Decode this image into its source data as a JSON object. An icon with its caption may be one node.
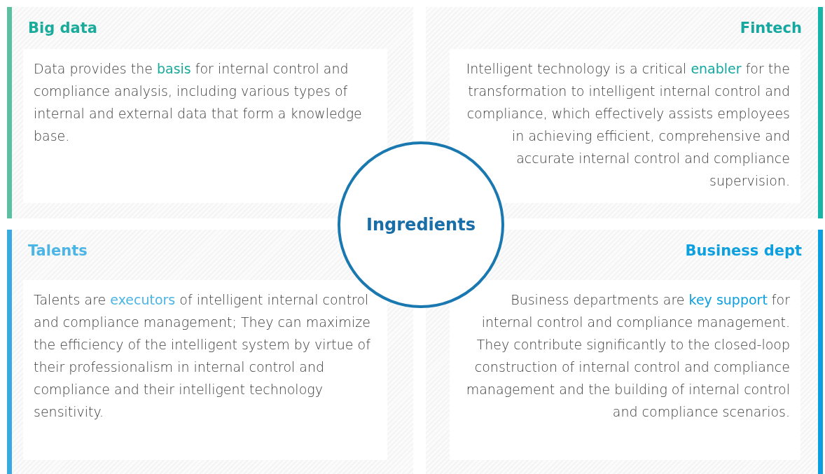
{
  "diagram": {
    "nodes": [
      {
        "text": [
          "Big data",
          "Data provides the **basis** for internal control and compliance analysis, including various types of internal and external data that form a knowledge base."
        ]
      },
      {
        "text": [
          "Fintech",
          "Intelligent technology is a critical **enabler** for the transformation to intelligent internal control and compliance, which effectively assists employees in achieving efficient, comprehensive and accurate internal control and compliance supervision."
        ]
      },
      {
        "text": [
          "Talents",
          "Talents are **executors** of intelligent internal control and compliance management; They can maximize the efficiency of the intelligent system by virtue of their professionalism in internal control and compliance and their intelligent technology sensitivity."
        ]
      },
      {
        "text": [
          "Business dept",
          "Business departments are **key support** for internal control and compliance management. They contribute significantly to the closed-loop construction of internal control and compliance management and the building of internal control and compliance scenarios."
        ]
      },
      {
        "text": [
          "Ingredients"
        ]
      }
    ]
  }
}
